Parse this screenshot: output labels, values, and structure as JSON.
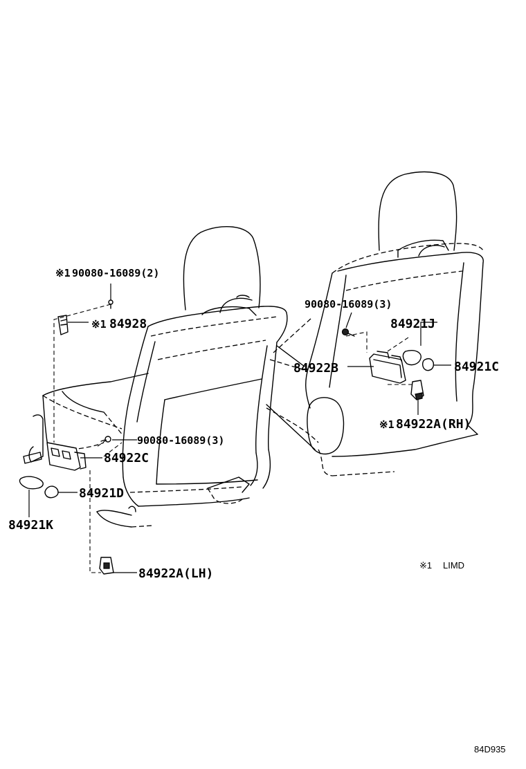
{
  "labels": {
    "p1": "※1",
    "p1_part": "90080-16089(2)",
    "p2": "90080-16089(3)",
    "p3": "※1",
    "p3_part": "84928",
    "p4": "84921J",
    "p5": "84922B",
    "p6": "84921C",
    "p7": "※1",
    "p7_part": "84922A(RH)",
    "p8": "90080-16089(3)",
    "p9": "84922C",
    "p10": "84921D",
    "p11": "84921K",
    "p12": "84922A(LH)"
  },
  "note": {
    "marker": "※1",
    "text": "LIMD"
  },
  "diagram_code": "84D935"
}
